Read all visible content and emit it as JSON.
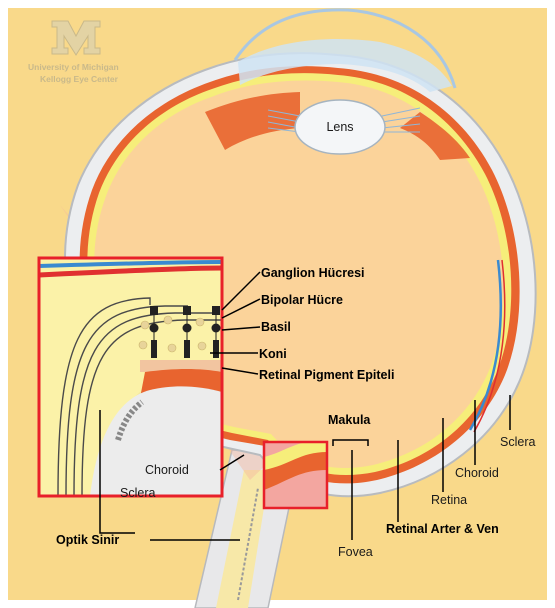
{
  "logo": {
    "line1": "University of Michigan",
    "line2": "Kellogg Eye Center"
  },
  "labels": {
    "lens": "Lens",
    "ganglion": "Ganglion Hücresi",
    "bipolar": "Bipolar Hücre",
    "basil": "Basil",
    "koni": "Koni",
    "rpe": "Retinal Pigment Epiteli",
    "makula": "Makula",
    "sclera_right": "Sclera",
    "choroid_right": "Choroid",
    "retina": "Retina",
    "choroid_inset": "Choroid",
    "sclera_inset": "Sclera",
    "optik_sinir": "Optik Sinir",
    "fovea": "Fovea",
    "retinal_arter": "Retinal Arter & Ven"
  },
  "colors": {
    "background": "#f9d98a",
    "vitreous": "#fbd39a",
    "sclera": "#eceef0",
    "choroid": "#e8642f",
    "retina": "#f6ee7a",
    "inset_border": "#e8202a",
    "artery": "#e03030",
    "vein": "#3a8ad0"
  }
}
